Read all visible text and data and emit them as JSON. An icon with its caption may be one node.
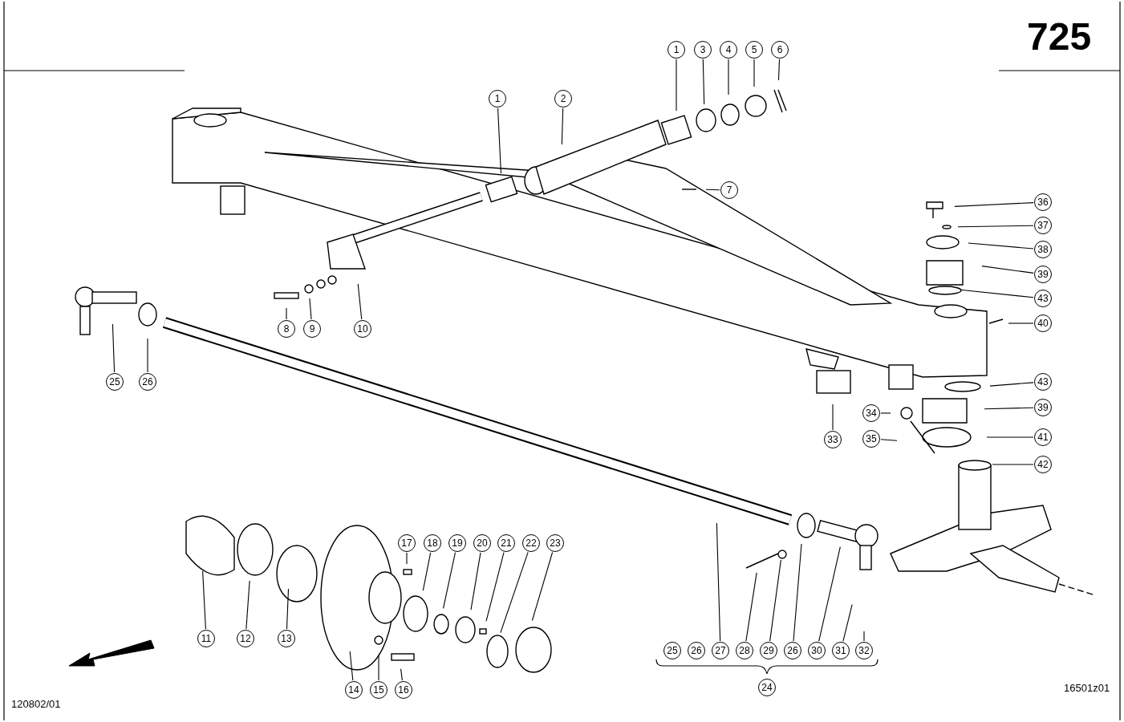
{
  "diagram": {
    "nodes": [
      {
        "text": [
          "1"
        ]
      },
      {
        "text": [
          "3"
        ]
      },
      {
        "text": [
          "4"
        ]
      },
      {
        "text": [
          "5"
        ]
      },
      {
        "text": [
          "6"
        ]
      },
      {
        "text": [
          "1"
        ]
      },
      {
        "text": [
          "2"
        ]
      },
      {
        "text": [
          "7"
        ]
      },
      {
        "text": [
          "36"
        ]
      },
      {
        "text": [
          "37"
        ]
      },
      {
        "text": [
          "38"
        ]
      },
      {
        "text": [
          "39"
        ]
      },
      {
        "text": [
          "43"
        ]
      },
      {
        "text": [
          "40"
        ]
      },
      {
        "text": [
          "8"
        ]
      },
      {
        "text": [
          "9"
        ]
      },
      {
        "text": [
          "10"
        ]
      },
      {
        "text": [
          "25"
        ]
      },
      {
        "text": [
          "26"
        ]
      },
      {
        "text": [
          "43"
        ]
      },
      {
        "text": [
          "39"
        ]
      },
      {
        "text": [
          "34"
        ]
      },
      {
        "text": [
          "35"
        ]
      },
      {
        "text": [
          "33"
        ]
      },
      {
        "text": [
          "41"
        ]
      },
      {
        "text": [
          "42"
        ]
      },
      {
        "text": [
          "17"
        ]
      },
      {
        "text": [
          "18"
        ]
      },
      {
        "text": [
          "19"
        ]
      },
      {
        "text": [
          "20"
        ]
      },
      {
        "text": [
          "21"
        ]
      },
      {
        "text": [
          "22"
        ]
      },
      {
        "text": [
          "23"
        ]
      },
      {
        "text": [
          "11"
        ]
      },
      {
        "text": [
          "12"
        ]
      },
      {
        "text": [
          "13"
        ]
      },
      {
        "text": [
          "25"
        ]
      },
      {
        "text": [
          "26"
        ]
      },
      {
        "text": [
          "27"
        ]
      },
      {
        "text": [
          "28"
        ]
      },
      {
        "text": [
          "29"
        ]
      },
      {
        "text": [
          "26"
        ]
      },
      {
        "text": [
          "30"
        ]
      },
      {
        "text": [
          "31"
        ]
      },
      {
        "text": [
          "32"
        ]
      },
      {
        "text": [
          "24"
        ]
      },
      {
        "text": [
          "14"
        ]
      },
      {
        "text": [
          "15"
        ]
      },
      {
        "text": [
          "16"
        ]
      }
    ],
    "edges": [
      {
        "from": 0,
        "to": null,
        "arrow": "none"
      },
      {
        "from": 1,
        "to": null,
        "arrow": "none"
      },
      {
        "from": 2,
        "to": null,
        "arrow": "none"
      },
      {
        "from": 3,
        "to": null,
        "arrow": "none"
      },
      {
        "from": 4,
        "to": null,
        "arrow": "none"
      },
      {
        "from": 5,
        "to": null,
        "arrow": "none"
      },
      {
        "from": 6,
        "to": null,
        "arrow": "none"
      },
      {
        "from": 7,
        "to": null,
        "arrow": "none"
      },
      {
        "from": 8,
        "to": null,
        "arrow": "none"
      },
      {
        "from": 9,
        "to": null,
        "arrow": "none"
      },
      {
        "from": 10,
        "to": null,
        "arrow": "none"
      },
      {
        "from": 11,
        "to": null,
        "arrow": "none"
      },
      {
        "from": 12,
        "to": null,
        "arrow": "none"
      },
      {
        "from": 13,
        "to": null,
        "arrow": "none"
      },
      {
        "from": 14,
        "to": null,
        "arrow": "none"
      },
      {
        "from": 15,
        "to": null,
        "arrow": "none"
      },
      {
        "from": 16,
        "to": null,
        "arrow": "none"
      },
      {
        "from": 17,
        "to": null,
        "arrow": "none"
      },
      {
        "from": 18,
        "to": null,
        "arrow": "none"
      },
      {
        "from": 19,
        "to": null,
        "arrow": "none"
      },
      {
        "from": 20,
        "to": null,
        "arrow": "none"
      },
      {
        "from": 21,
        "to": null,
        "arrow": "none"
      },
      {
        "from": 22,
        "to": null,
        "arrow": "none"
      },
      {
        "from": 23,
        "to": null,
        "arrow": "none"
      },
      {
        "from": 24,
        "to": null,
        "arrow": "none"
      },
      {
        "from": 25,
        "to": null,
        "arrow": "none"
      },
      {
        "from": 26,
        "to": null,
        "arrow": "none"
      },
      {
        "from": 27,
        "to": null,
        "arrow": "none"
      },
      {
        "from": 28,
        "to": null,
        "arrow": "none"
      },
      {
        "from": 29,
        "to": null,
        "arrow": "none"
      },
      {
        "from": 30,
        "to": null,
        "arrow": "none"
      },
      {
        "from": 31,
        "to": null,
        "arrow": "none"
      },
      {
        "from": 32,
        "to": null,
        "arrow": "none"
      },
      {
        "from": 33,
        "to": null,
        "arrow": "none"
      },
      {
        "from": 34,
        "to": null,
        "arrow": "none"
      },
      {
        "from": 35,
        "to": null,
        "arrow": "none"
      },
      {
        "from": 38,
        "to": null,
        "arrow": "none"
      },
      {
        "from": 39,
        "to": null,
        "arrow": "none"
      },
      {
        "from": 40,
        "to": null,
        "arrow": "none"
      },
      {
        "from": 41,
        "to": null,
        "arrow": "none"
      },
      {
        "from": 42,
        "to": null,
        "arrow": "none"
      },
      {
        "from": 43,
        "to": null,
        "arrow": "none"
      },
      {
        "from": 44,
        "to": null,
        "arrow": "none"
      },
      {
        "from": 46,
        "to": null,
        "arrow": "none"
      },
      {
        "from": 47,
        "to": null,
        "arrow": "none"
      },
      {
        "from": 48,
        "to": null,
        "arrow": "none"
      }
    ],
    "labels": [
      "725",
      "120802/01",
      "16501z01"
    ]
  }
}
